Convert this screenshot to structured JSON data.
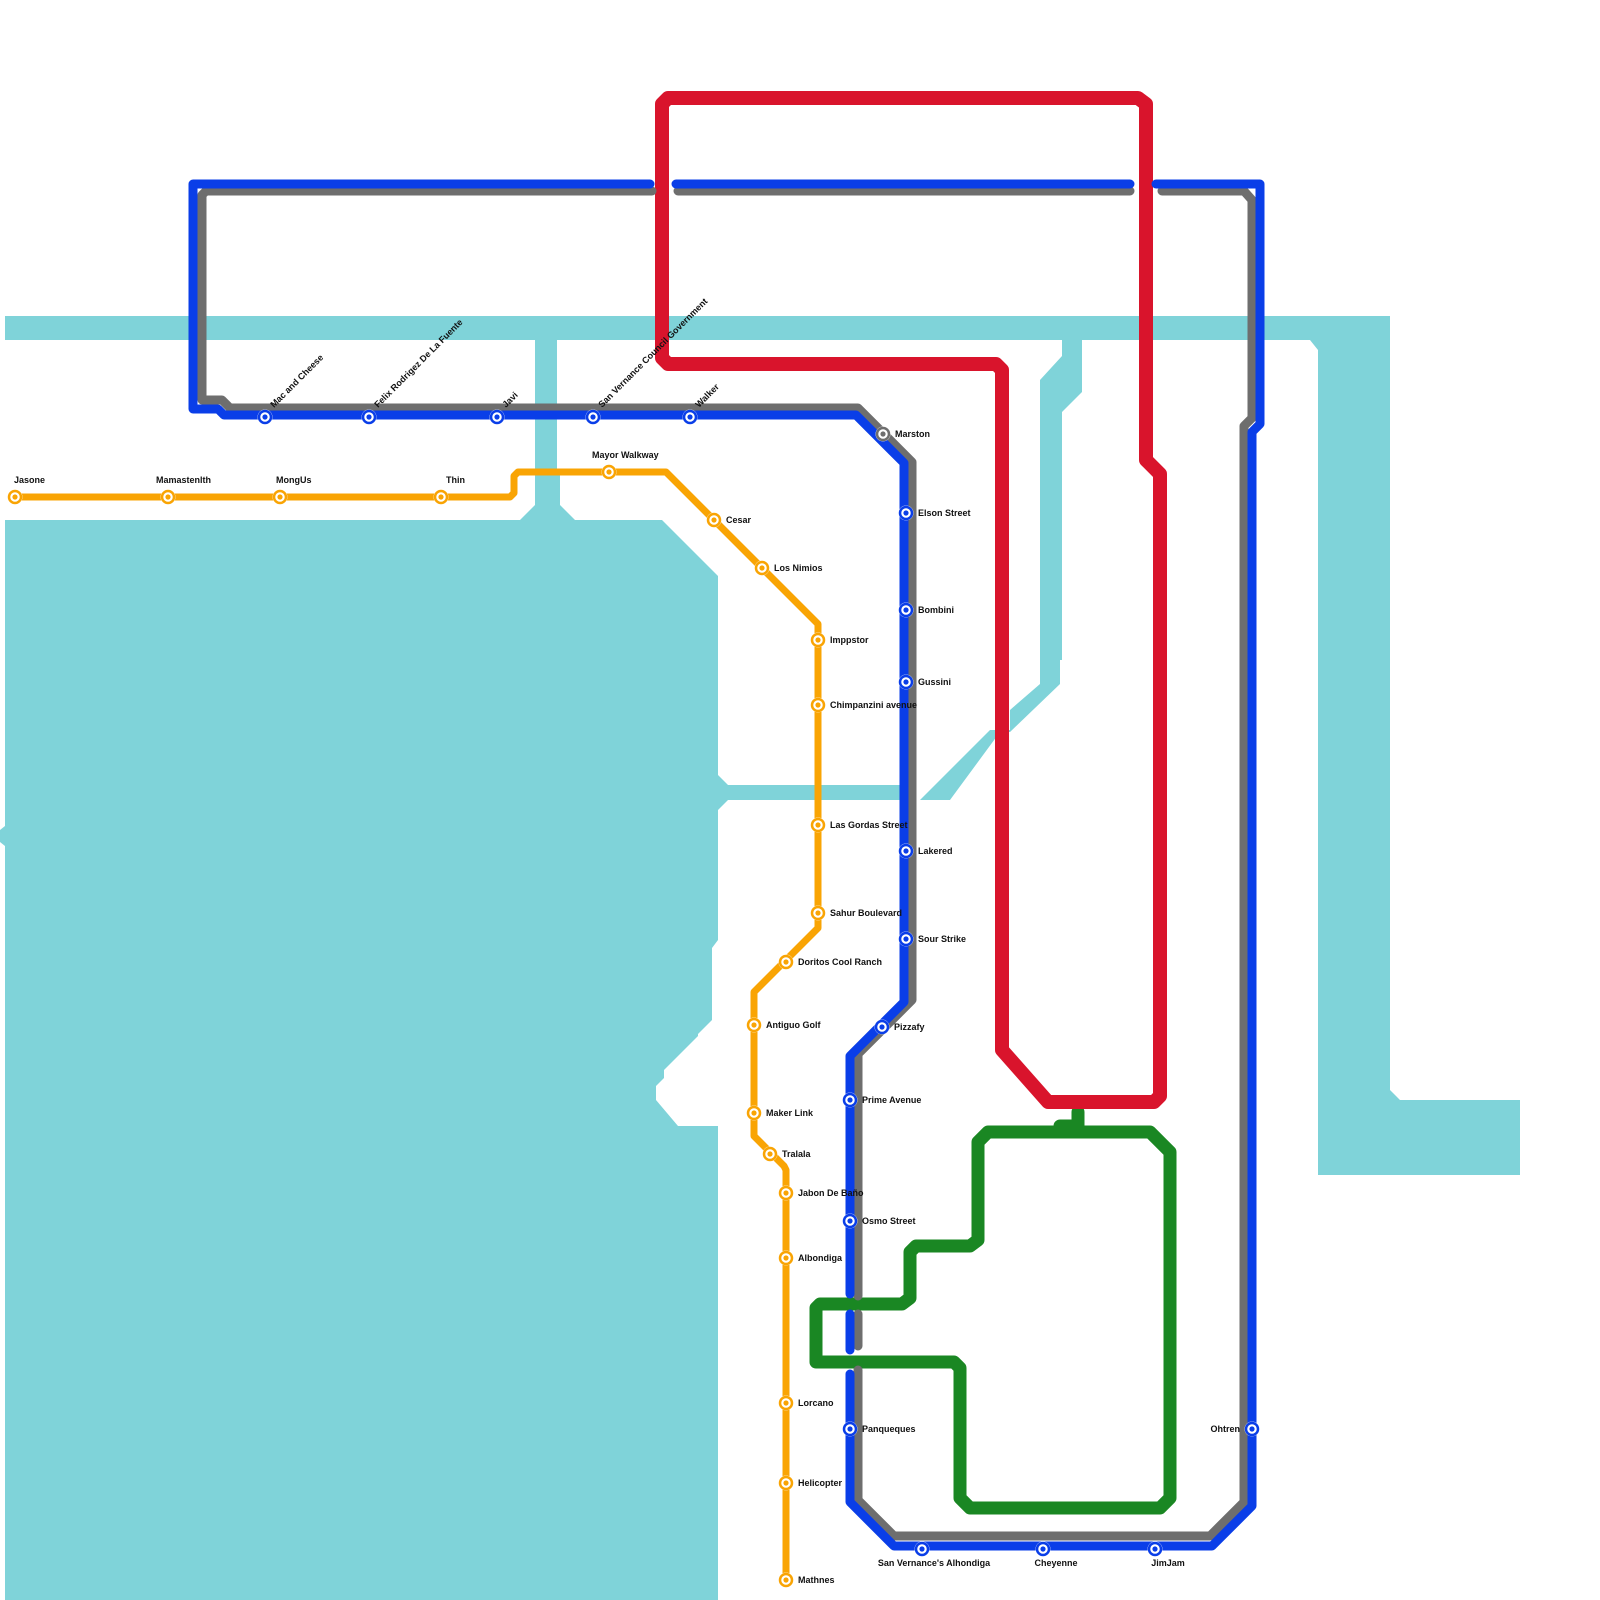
{
  "colors": {
    "water": "#7fd3d9",
    "blue": "#0a3ee8",
    "gray": "#6e6e6e",
    "red": "#d9142c",
    "orange": "#f9a404",
    "green": "#1a8723"
  },
  "stations": {
    "orange": [
      {
        "id": "jasone",
        "name": "Jasone"
      },
      {
        "id": "mamastenlth",
        "name": "Mamastenlth"
      },
      {
        "id": "mongus",
        "name": "MongUs"
      },
      {
        "id": "thin",
        "name": "Thin"
      },
      {
        "id": "mayor-walkway",
        "name": "Mayor Walkway"
      },
      {
        "id": "cesar",
        "name": "Cesar"
      },
      {
        "id": "los-nimios",
        "name": "Los Nimios"
      },
      {
        "id": "imppstor",
        "name": "Imppstor"
      },
      {
        "id": "chimpanzini-avenue",
        "name": "Chimpanzini avenue"
      },
      {
        "id": "las-gordas-street",
        "name": "Las Gordas Street"
      },
      {
        "id": "sahur-boulevard",
        "name": "Sahur Boulevard"
      },
      {
        "id": "doritos-cool-ranch",
        "name": "Doritos Cool Ranch"
      },
      {
        "id": "antiguo-golf",
        "name": "Antiguo Golf"
      },
      {
        "id": "maker-link",
        "name": "Maker Link"
      },
      {
        "id": "tralala",
        "name": "Tralala"
      },
      {
        "id": "jabon-de-bano",
        "name": "Jabon De Baño"
      },
      {
        "id": "albondiga",
        "name": "Albondiga"
      },
      {
        "id": "lorcano",
        "name": "Lorcano"
      },
      {
        "id": "helicopter",
        "name": "Helicopter"
      },
      {
        "id": "mathnes",
        "name": "Mathnes"
      }
    ],
    "blue": [
      {
        "id": "mac-and-cheese",
        "name": "Mac and Cheese"
      },
      {
        "id": "felix-rodrigez",
        "name": "Felix Rodrigez De La Fuente"
      },
      {
        "id": "javi",
        "name": "Javi"
      },
      {
        "id": "san-vernance-council",
        "name": "San Vernance Council Government"
      },
      {
        "id": "walker",
        "name": "Walker"
      },
      {
        "id": "elson-street",
        "name": "Elson Street"
      },
      {
        "id": "bombini",
        "name": "Bombini"
      },
      {
        "id": "gussini",
        "name": "Gussini"
      },
      {
        "id": "lakered",
        "name": "Lakered"
      },
      {
        "id": "sour-strike",
        "name": "Sour Strike"
      },
      {
        "id": "pizzafy",
        "name": "Pizzafy"
      },
      {
        "id": "prime-avenue",
        "name": "Prime Avenue"
      },
      {
        "id": "osmo-street",
        "name": "Osmo Street"
      },
      {
        "id": "panqueques",
        "name": "Panqueques"
      },
      {
        "id": "san-vernance-albondiga",
        "name": "San Vernance's Alhondiga"
      },
      {
        "id": "cheyenne",
        "name": "Cheyenne"
      },
      {
        "id": "jimjam",
        "name": "JimJam"
      },
      {
        "id": "ohtren",
        "name": "Ohtren"
      }
    ],
    "gray": [
      {
        "id": "marston",
        "name": "Marston"
      }
    ]
  }
}
